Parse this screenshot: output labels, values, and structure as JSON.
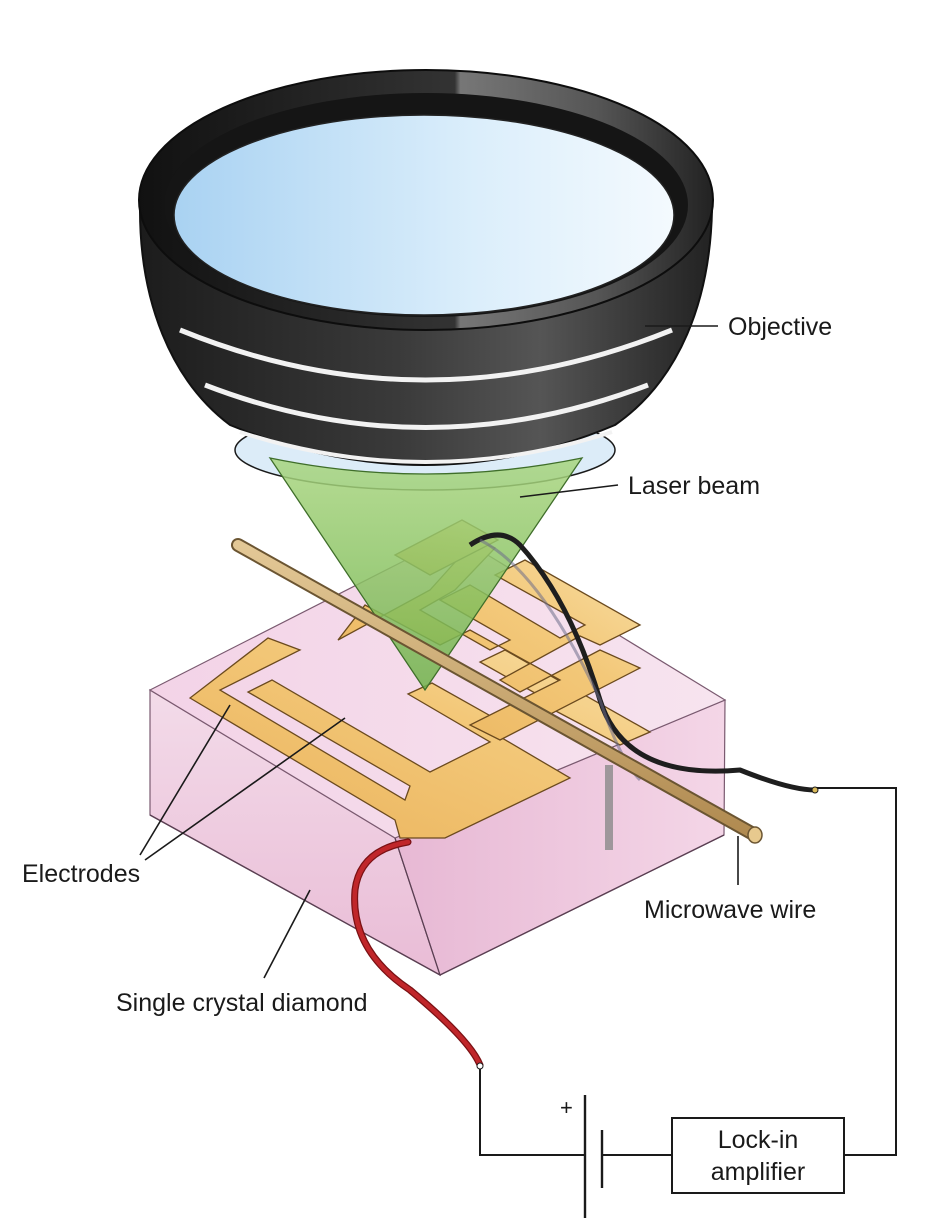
{
  "labels": {
    "objective": "Objective",
    "laser_beam": "Laser beam",
    "electrodes": "Electrodes",
    "microwave_wire": "Microwave wire",
    "diamond": "Single crystal diamond",
    "plus": "+",
    "amplifier_line1": "Lock-in",
    "amplifier_line2": "amplifier"
  },
  "colors": {
    "lens_glass": "#cfe6f7",
    "objective_body": "#2b2b2b",
    "laser": "#8fc96a",
    "electrode": "#f0c068",
    "diamond": "#f0cde3",
    "microwave_wire": "#c9a46a",
    "red_lead": "#c0262a",
    "black_lead": "#1e1e1e"
  }
}
